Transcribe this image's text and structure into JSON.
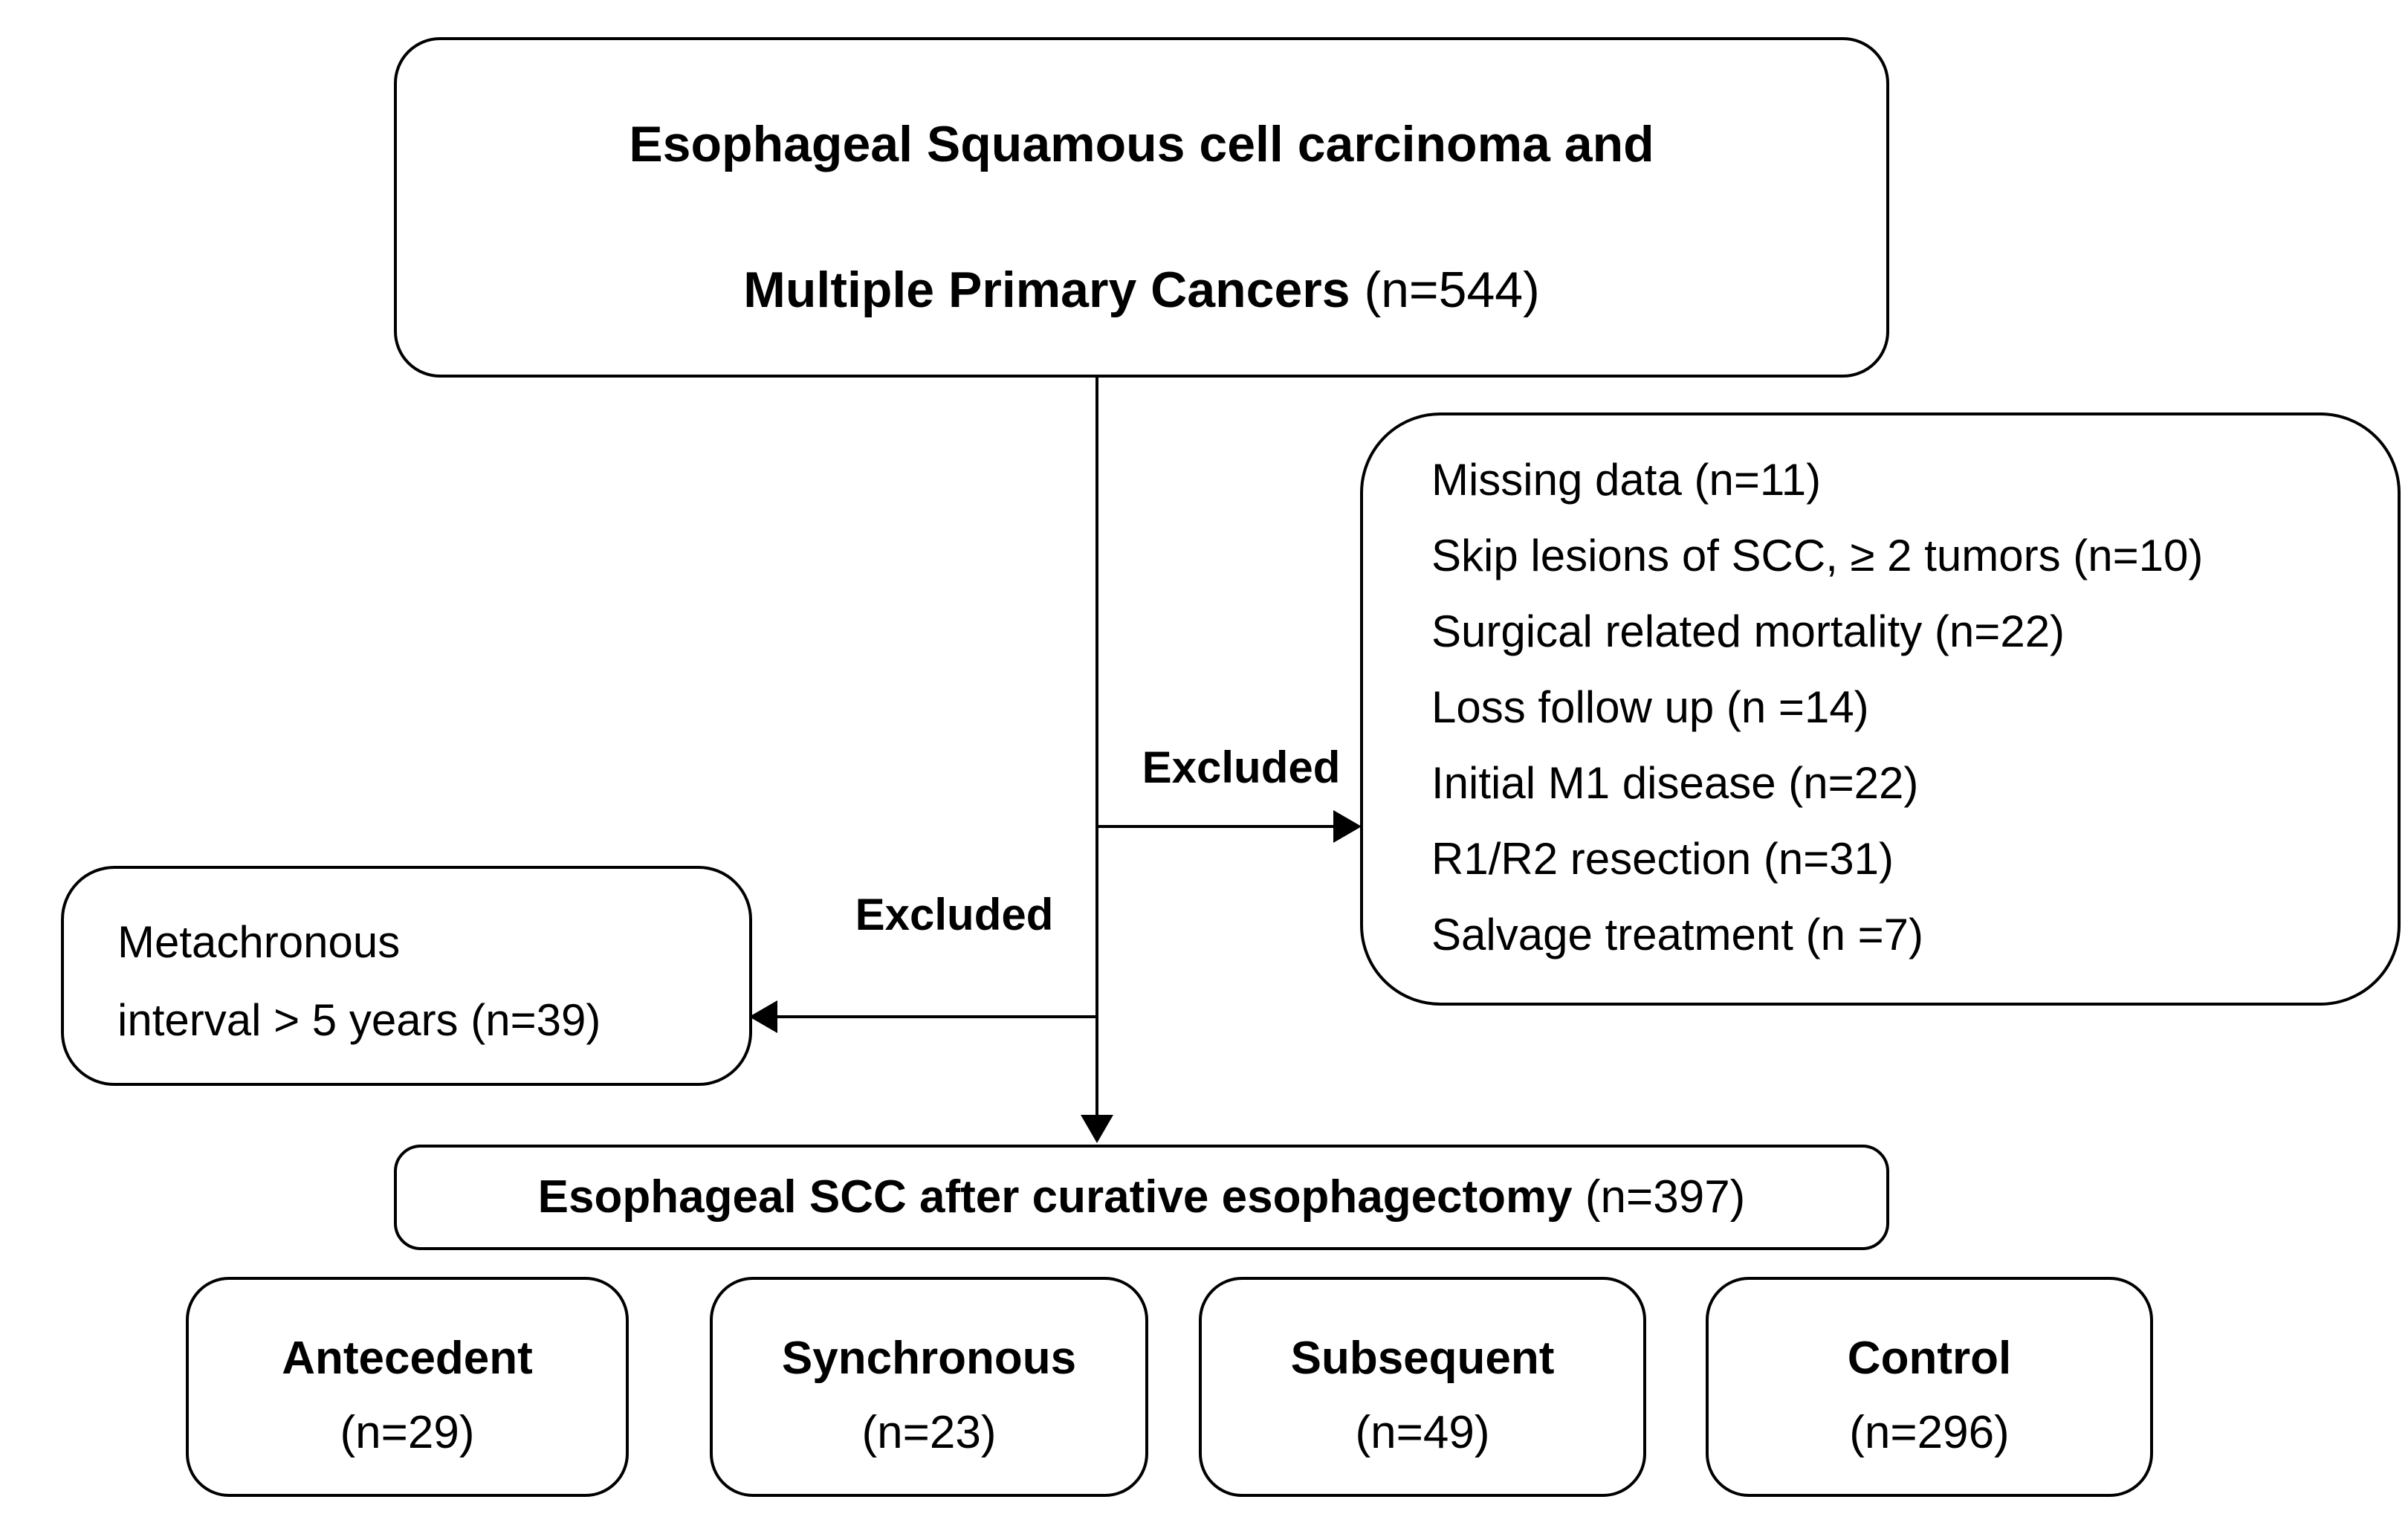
{
  "diagram": {
    "top_box": {
      "line1": "Esophageal Squamous cell carcinoma and",
      "line2_bold": "Multiple Primary Cancers",
      "line2_suffix": " (n=544)"
    },
    "exclusion_right": {
      "arrow_label": "Excluded",
      "items": [
        "Missing data (n=11)",
        "Skip lesions of SCC, ≥ 2 tumors (n=10)",
        "Surgical related mortality (n=22)",
        "Loss follow up (n =14)",
        "Initial M1 disease (n=22)",
        "R1/R2 resection (n=31)",
        "Salvage treatment (n =7)"
      ]
    },
    "exclusion_left": {
      "arrow_label": "Excluded",
      "line1": "Metachronous",
      "line2": "interval > 5 years (n=39)"
    },
    "result_box": {
      "bold": "Esophageal SCC after curative esophagectomy",
      "suffix": " (n=397)"
    },
    "group_boxes": [
      {
        "name": "Antecedent",
        "count": "(n=29)"
      },
      {
        "name": "Synchronous",
        "count": "(n=23)"
      },
      {
        "name": "Subsequent",
        "count": "(n=49)"
      },
      {
        "name": "Control",
        "count": "(n=296)"
      }
    ]
  },
  "colors": {
    "background": "#ffffff",
    "border": "#000000",
    "text": "#000000",
    "line": "#000000"
  }
}
